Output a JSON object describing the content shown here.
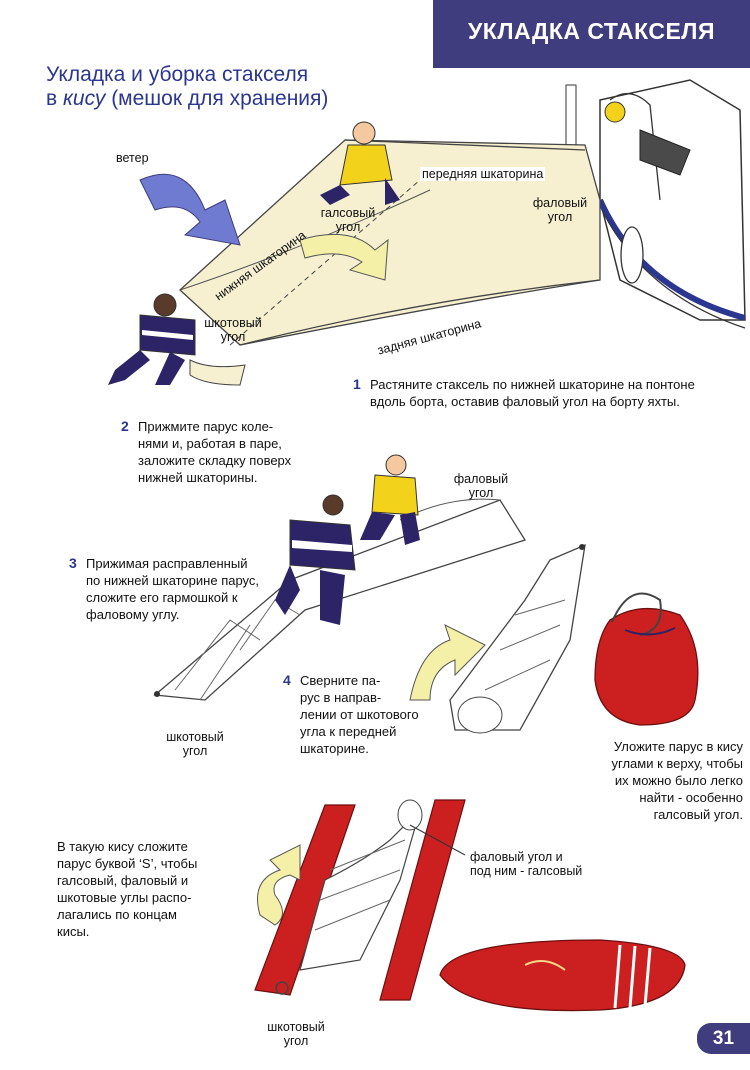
{
  "header": {
    "title": "УКЛАДКА СТАКСЕЛЯ"
  },
  "subtitle": {
    "line1": "Укладка и уборка стакселя",
    "line2_prefix": "в ",
    "line2_italic": "кису",
    "line2_suffix": " (мешок для хранения)"
  },
  "labels": {
    "wind": "ветер",
    "luff": "передняя шкаторина",
    "head_l1": "фаловый",
    "head_l2": "угол",
    "tack_l1": "галсовый",
    "tack_l2": "угол",
    "foot": "нижняя шкаторина",
    "leech": "задняя шкаторина",
    "clew_l1": "шкотовый",
    "clew_l2": "угол",
    "head2_l1": "фаловый",
    "head2_l2": "угол",
    "clew2_l1": "шкотовый",
    "clew2_l2": "угол",
    "head3_l1": "фаловый угол и",
    "head3_l2": "под ним - галсовый",
    "clew3_l1": "шкотовый",
    "clew3_l2": "угол"
  },
  "steps": [
    {
      "num": "1",
      "lines": [
        "Растяните стаксель по нижней шкаторине на понтоне",
        "вдоль борта, оставив фаловый угол на борту яхты."
      ]
    },
    {
      "num": "2",
      "lines": [
        "Прижмите парус коле-",
        "нями и, работая в паре,",
        "заложите складку поверх",
        "нижней шкаторины."
      ]
    },
    {
      "num": "3",
      "lines": [
        "Прижимая расправленный",
        "по нижней шкаторине парус,",
        "сложите его гармошкой к",
        "фаловому углу."
      ]
    },
    {
      "num": "4",
      "lines": [
        "Сверните па-",
        "рус в направ-",
        "лении от шкотового",
        "угла к передней",
        "шкаторине."
      ]
    }
  ],
  "notes": {
    "bag": [
      "Уложите парус в кису",
      "углами к верху, чтобы",
      "их можно было легко",
      "найти - особенно",
      "галсовый угол."
    ],
    "s_fold": [
      "В такую кису сложите",
      "парус буквой ‘S’, чтобы",
      "галсовый, фаловый и",
      "шкотовые углы распо-",
      "лагались по концам",
      "кисы."
    ]
  },
  "page_number": "31",
  "colors": {
    "header": "#3f3d7e",
    "heading_text": "#2b3690",
    "sail": "#f6f0d0",
    "bag_red": "#cc1f1f",
    "arrow_yellow": "#f5f0a8",
    "arrow_blue": "#6f7bd0",
    "person_yellow": "#f3d21b",
    "person_navy": "#2c2466"
  }
}
